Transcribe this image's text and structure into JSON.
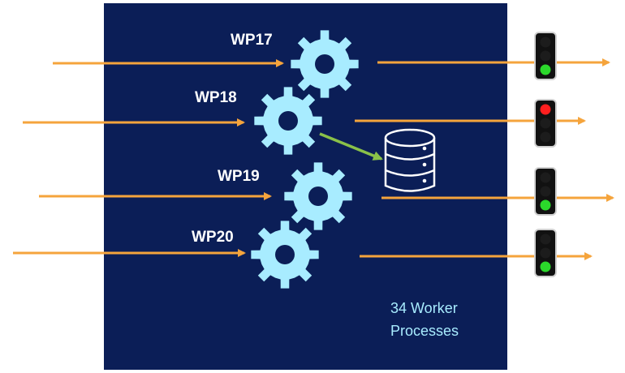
{
  "colors": {
    "panel": "#0b1e57",
    "gear": "#a8ecff",
    "arrow": "#f5a43c",
    "db_arrow": "#8ac149",
    "light_on_red": "#ff1f1f",
    "light_on_green": "#2bd82b",
    "light_off": "#1c1c1c"
  },
  "workers": [
    {
      "label": "WP17",
      "light": "green"
    },
    {
      "label": "WP18",
      "light": "red"
    },
    {
      "label": "WP19",
      "light": "green"
    },
    {
      "label": "WP20",
      "light": "green"
    }
  ],
  "database": {
    "icon": "database-icon"
  },
  "footer": {
    "line1": "34 Worker",
    "line2": "Processes"
  }
}
